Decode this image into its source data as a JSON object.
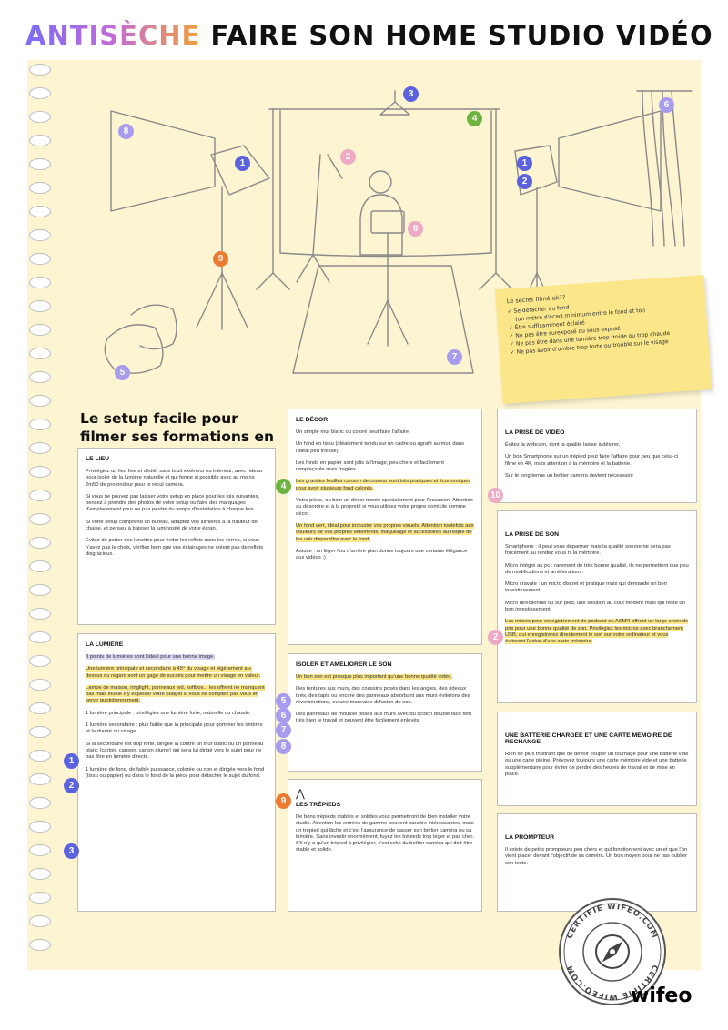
{
  "header": {
    "title_accent": "ANTISÈCHE",
    "title_main": "FAIRE SON HOME STUDIO VIDÉO"
  },
  "illustration": {
    "markers": [
      "8",
      "1",
      "3",
      "4",
      "6",
      "2",
      "1",
      "2",
      "6",
      "9",
      "7",
      "5",
      "10"
    ]
  },
  "sticky_note": {
    "title": "Le secret filmé ok??",
    "items": [
      "Se détacher du fond",
      "(un mètre d'écart minimum entre le fond et toi)",
      "Être suffisamment éclairé",
      "Ne pas être surexposé ou sous exposé",
      "Ne pas être dans une lumière trop froide ou trop chaude",
      "Ne pas avoir d'ombre trop forte ou trouble sur le visage"
    ]
  },
  "section_heading": "Le setup facile pour filmer ses formations en ligne",
  "cards": {
    "lieu": {
      "title": "LE LIEU",
      "p1": "Privilégiez un lieu fixe et dédié, sans bruit extérieur ou intérieur, avec rideau pour isoler de la lumière naturelle et qui ferme si possible avec au moins 2m50 de profondeur pour le recul caméra.",
      "p2": "Si vous ne pouvez pas laisser votre setup en place pour les fois suivantes, pensez à prendre des photos de votre setup ou faire des marquages d'emplacement pour ne pas perdre du temps d'installation à chaque fois.",
      "p3": "Si votre setup comprend un bureau, adaptez vos lumières à la hauteur de chaise, et pensez à baisser la luminosité de votre écran.",
      "p4": "Évitez de porter des lunettes pour éviter les reflets dans les verres, si vous n'avez pas le choix, vérifiez bien que vos éclairages ne créent pas de reflets disgracieux."
    },
    "lumiere": {
      "title": "LA LUMIÈRE",
      "p1": "3 points de lumières sont l'idéal pour une bonne image.",
      "p2": "Une lumière principale et secondaire à 45° du visage et légèrement au-dessus du regard sont un gage de succès pour mettre un visage en valeur.",
      "p3": "Lampe de maison, ringlight, panneaux led, softbox... les offrent ne manquent pas mais inutile d'y exploser votre budget si vous ne comptez pas vous en servir quotidiennement.",
      "p4": "1 lumière principale : privilégiez une lumière forte, naturelle ou chaude.",
      "p5": "1 lumière secondaire : plus faible que la principale pour gommer les ombres et la dureté du visage",
      "p6": "Si la secondaire est trop forte, dirigée la contre un mur blanc ou un panneau blanc (carton, canson, carton plume) qui sera lui dirigé vers le sujet pour ne pas être en lumière directe.",
      "p7": "1 lumière de fond, de faible puissance, colorée ou non et dirigée vers le fond (tissu ou papier) ou dans le fond de la pièce pour détacher le sujet du fond."
    },
    "decor": {
      "title": "LE DÉCOR",
      "p1": "Un simple mur blanc ou coloré peut faire l'affaire",
      "p2": "Un fond en tissu (idéalement tendu sur un cadre ou agrafé au mur, dans l'idéal peu froissé)",
      "p3": "Les fonds en papier sont jolis à l'image, peu chers et facilement remplaçable mais fragiles.",
      "p4": "Les grandes feuilles canson de couleur sont très pratiques et économiques pour avoir plusieurs fond colorés.",
      "p5": "Votre pièce, ou bien un décor monté spécialement pour l'occasion. Attention au désordre et à la propreté si vous utilisez votre propre domicile comme décor.",
      "p6": "Un fond vert, idéal pour incruster vos propres visuels. Attention toutefois aux couleurs de vos propres vêtements, maquillage et accessoires au risque de les voir disparaître avec le fond.",
      "p7": "Astuce : un léger flou d'arrière plan donne toujours une certaine élégance aux vidéos :)"
    },
    "son_isoler": {
      "title": "ISOLER ET AMÉLIORER LE SON",
      "p1": "Un bon son est presque plus important qu'une bonne qualité vidéo.",
      "p2": "Des tentures aux murs, des coussins posés dans les angles, des rideaux tirés, des tapis ou encore des panneaux absorbant aux murs éviterons des réverbérations, ou une mauvaise diffusion du son.",
      "p3": "Des panneaux de mousse posés aux murs avec du scotch double face font très bien le travail et peuvent être facilement enlevés."
    },
    "trepieds": {
      "title": "LES TRÉPIEDS",
      "p1": "De bons trépieds stables et solides vous permettront de bien installer votre studio. Attention les entrées de gamme peuvent paraître intéressantes, mais un trépied qui lâche et c'est l'assurance de casser son boîtier caméra ou sa lumière. Sans investir énormément, fuyez les trépieds trop léger et pas cher. S'il n'y a qu'un trépied à privilégier, c'est celui du boîtier caméra qui doit être stable et solide."
    },
    "video": {
      "title": "LA PRISE DE VIDÉO",
      "p1": "Évitez la webcam, dont la qualité laisse à désirer,",
      "p2": "Un bon Smartphone sur un trépied peut faire l'affaire pour peu que celui-ci filme en 4K, mais attention à la mémoire et la batterie.",
      "p3": "Sur le long terme un boîtier caméra devient nécessaire"
    },
    "son": {
      "title": "LA PRISE DE SON",
      "p1": "Smartphone : il peut vous dépanner mais la qualité sonore ne sera pas forcément au rendez vous ni la mémoire.",
      "p2": "Micro intégré au pc : rarement de très bonne qualité, ils ne permettent que peu de modifications et améliorations.",
      "p3": "Micro cravate : un micro discret et pratique mais qui demande un bon investissement",
      "p4": "Micro directionnel ou sur pied, une solution au coût modéré mais qui reste un bon investissement,",
      "p5": "Les micros pour enregistrement de podcast ou ASMR offrent un large choix de prix pour une bonne qualité de son. Privilégiez les micros avec branchement USB, qui enregistrerez directement le son sur votre ordinateur et vous éviteront l'achat d'une carte mémoire."
    },
    "batterie": {
      "title": "UNE BATTERIE CHARGÉE ET UNE CARTE MÉMOIRE DE RECHANGE",
      "p1": "Rien de plus frustrant que de devoir couper un tournage pour une batterie vide ou une carte pleine. Prévoyez toujours une carte mémoire vide et une batterie supplémentaire pour éviter de perdre des heures de travail et de mise en place."
    },
    "prompteur": {
      "title": "LA PROMPTEUR",
      "p1": "Il existe de petits prompteurs peu chers et qui fonctionnent avec un et que l'on vient placer devant l'objectif de sa caméra. Un bon moyen pour ne pas oublier son texte."
    }
  },
  "seal": {
    "text": "CERTIFIÉ WIFEO.COM"
  },
  "brand": {
    "logo": "wifeo"
  },
  "colors": {
    "sheet": "#fdf5d2",
    "highlight": "#fbe78a",
    "purple": "#6c63d9",
    "green": "#6cb33f",
    "orange": "#ec7b2f"
  }
}
